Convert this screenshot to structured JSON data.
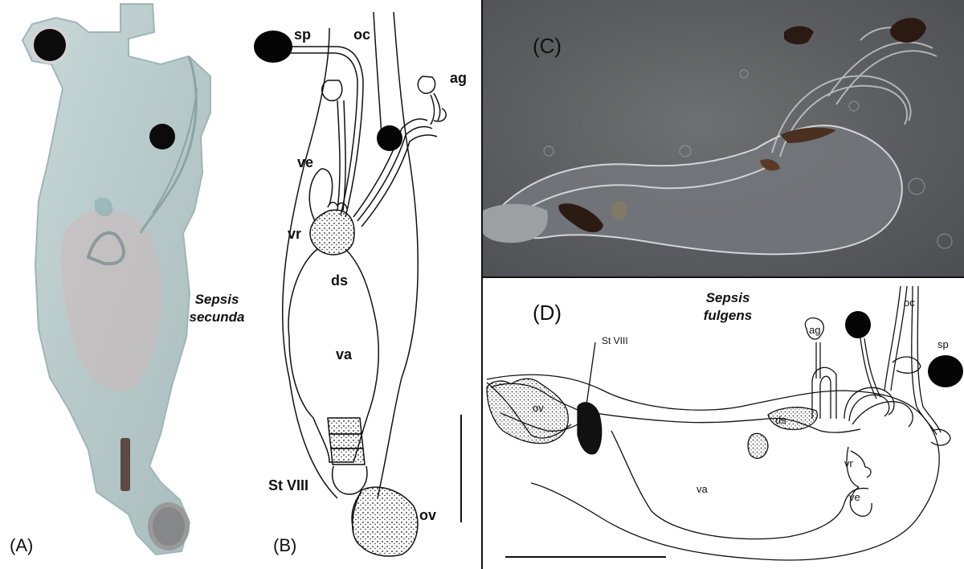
{
  "panels": {
    "a": {
      "label": "(A)",
      "species_line1": "Sepsis",
      "species_line2": "secunda"
    },
    "b": {
      "label": "(B)",
      "parts": {
        "sp": "sp",
        "oc": "oc",
        "ag": "ag",
        "ve": "ve",
        "vr": "vr",
        "ds": "ds",
        "va": "va",
        "st": "St VIII",
        "ov": "ov"
      }
    },
    "c": {
      "label": "(C)"
    },
    "d": {
      "label": "(D)",
      "species_line1": "Sepsis",
      "species_line2": "fulgens",
      "parts": {
        "st": "St VIII",
        "ov": "ov",
        "ds": "ds",
        "va": "va",
        "vr": "vr",
        "ve": "ve",
        "ag": "ag",
        "oc": "oc",
        "sp": "sp"
      }
    }
  },
  "colors": {
    "spermatheca": "#050505",
    "photo_bg": "#5e6063",
    "line": "#111111"
  }
}
